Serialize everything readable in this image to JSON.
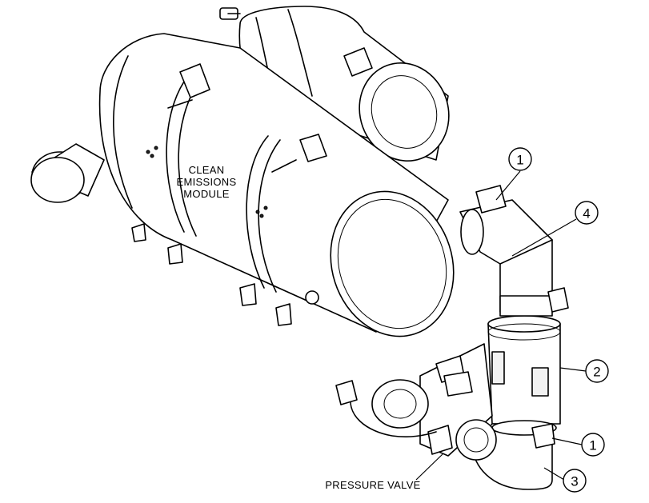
{
  "diagram": {
    "labels": {
      "clean_emissions_line1": "CLEAN",
      "clean_emissions_line2": "EMISSIONS",
      "clean_emissions_line3": "MODULE",
      "pressure_valve": "PRESSURE VALVE"
    },
    "callouts": [
      "1",
      "4",
      "2",
      "1",
      "3"
    ]
  }
}
